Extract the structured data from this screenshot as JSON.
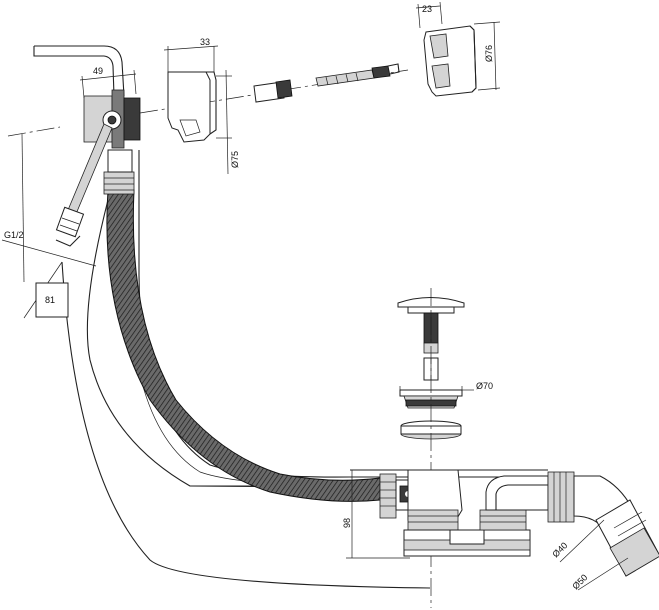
{
  "dimensions": {
    "width_cover": "23",
    "diameter_cover": "Ø76",
    "depth_body": "33",
    "diameter_body": "Ø75",
    "width_overflow": "49",
    "thread": "G1/2",
    "boxed_height": "81",
    "diameter_plug": "Ø70",
    "height_waste": "98",
    "diameter_40": "Ø40",
    "diameter_50": "Ø50"
  }
}
